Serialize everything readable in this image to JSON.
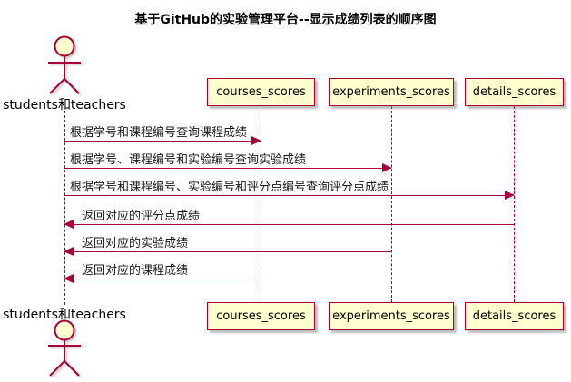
{
  "diagram": {
    "type": "uml-sequence",
    "title": "基于GitHub的实验管理平台--显示成绩列表的顺序图",
    "colors": {
      "line": "#A80036",
      "participant_fill": "#FEFECE",
      "text": "#000000"
    },
    "actor": {
      "label": "students和teachers"
    },
    "participants": [
      {
        "label": "courses_scores"
      },
      {
        "label": "experiments_scores"
      },
      {
        "label": "details_scores"
      }
    ],
    "messages": [
      {
        "text": "根据学号和课程编号查询课程成绩",
        "from": "students和teachers",
        "to": "courses_scores",
        "direction": "right",
        "style": "solid"
      },
      {
        "text": "根据学号、课程编号和实验编号查询实验成绩",
        "from": "students和teachers",
        "to": "experiments_scores",
        "direction": "right",
        "style": "solid"
      },
      {
        "text": "根据学号和课程编号、实验编号和评分点编号查询评分点成绩",
        "from": "students和teachers",
        "to": "details_scores",
        "direction": "right",
        "style": "solid"
      },
      {
        "text": "返回对应的评分点成绩",
        "from": "details_scores",
        "to": "students和teachers",
        "direction": "left",
        "style": "solid"
      },
      {
        "text": "返回对应的实验成绩",
        "from": "experiments_scores",
        "to": "students和teachers",
        "direction": "left",
        "style": "solid"
      },
      {
        "text": "返回对应的课程成绩",
        "from": "courses_scores",
        "to": "students和teachers",
        "direction": "left",
        "style": "solid"
      }
    ]
  }
}
